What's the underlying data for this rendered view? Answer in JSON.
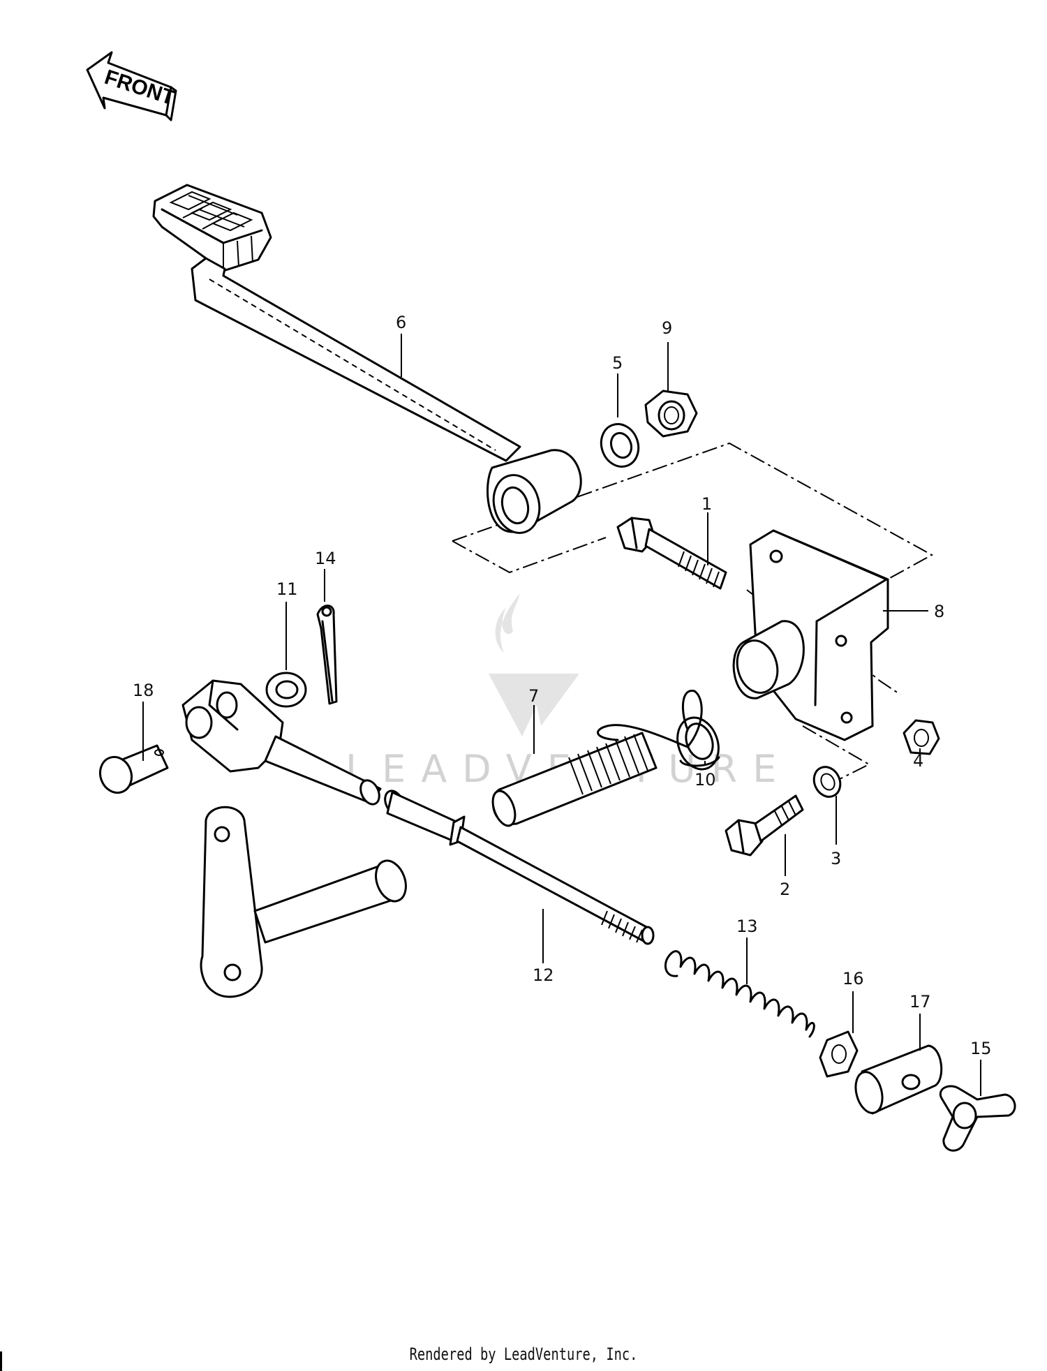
{
  "front_label": "FRONT",
  "watermark": "LEADVENTURE",
  "footer": "Rendered by LeadVenture, Inc.",
  "callouts": [
    "1",
    "2",
    "3",
    "4",
    "5",
    "6",
    "7",
    "8",
    "9",
    "10",
    "11",
    "12",
    "13",
    "14",
    "15",
    "16",
    "17",
    "18"
  ],
  "colors": {
    "line": "#000000",
    "background": "#ffffff",
    "watermark": "#d2d2d2"
  }
}
